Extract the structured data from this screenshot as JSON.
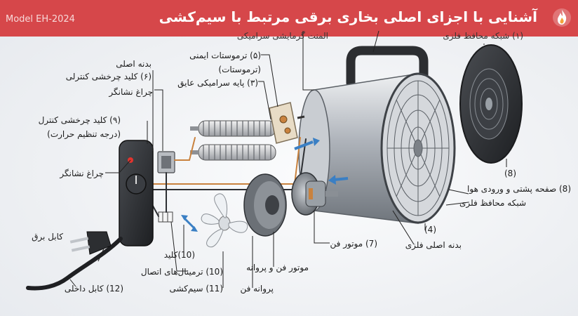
{
  "header": {
    "title": "آشنایی با اجزای اصلی بخاری برقی مرتبط با سیم‌کشی",
    "model": "Model EH-2024"
  },
  "colors": {
    "banner": "#d6474a",
    "body_metal": "#b9bec5",
    "panel": "#2b2d30",
    "copper": "#c9823e"
  },
  "labels": {
    "top_partial_1": "(۱) شبکه محافظ فلزی",
    "top_partial_2": "المنت گرمایشی سرامیکی",
    "main_body": "بدنه اصلی",
    "rotary_switch": "(۶) کلید چرخشی کنترلی",
    "indicator_lamp_1": "چراغ نشانگر",
    "safety_thermostat": "(۵) ترموستات ایمنی",
    "thermostat": "(ترموستات)",
    "ceramic_base": "(۳) پایه سرامیکی عایق",
    "control_knob": "(۹) کلید چرخشی کنترل",
    "temp_setting": "(درجه تنظیم حرارت)",
    "indicator_lamp_2": "چراغ نشانگر",
    "power_cable": "کابل برق",
    "switch_10": "(10)کلید",
    "terminals": "(10) ترمینال‌های اتصال",
    "wiring": "(11) سیم‌کشی",
    "fan_blade": "پروانه فن",
    "fan_motor_blade": "موتور فن و پروانه",
    "internal_cable": "(12) کابل داخلی",
    "fan_motor": "(7) موتور فن",
    "metal_body_num": "(4)",
    "metal_body": "بدنه اصلی فلزی",
    "back_num": "(8)",
    "back_plate": "(8) صفحه پشتی و ورودی هوا",
    "metal_grille": "شبکه محافظ فلزی"
  }
}
